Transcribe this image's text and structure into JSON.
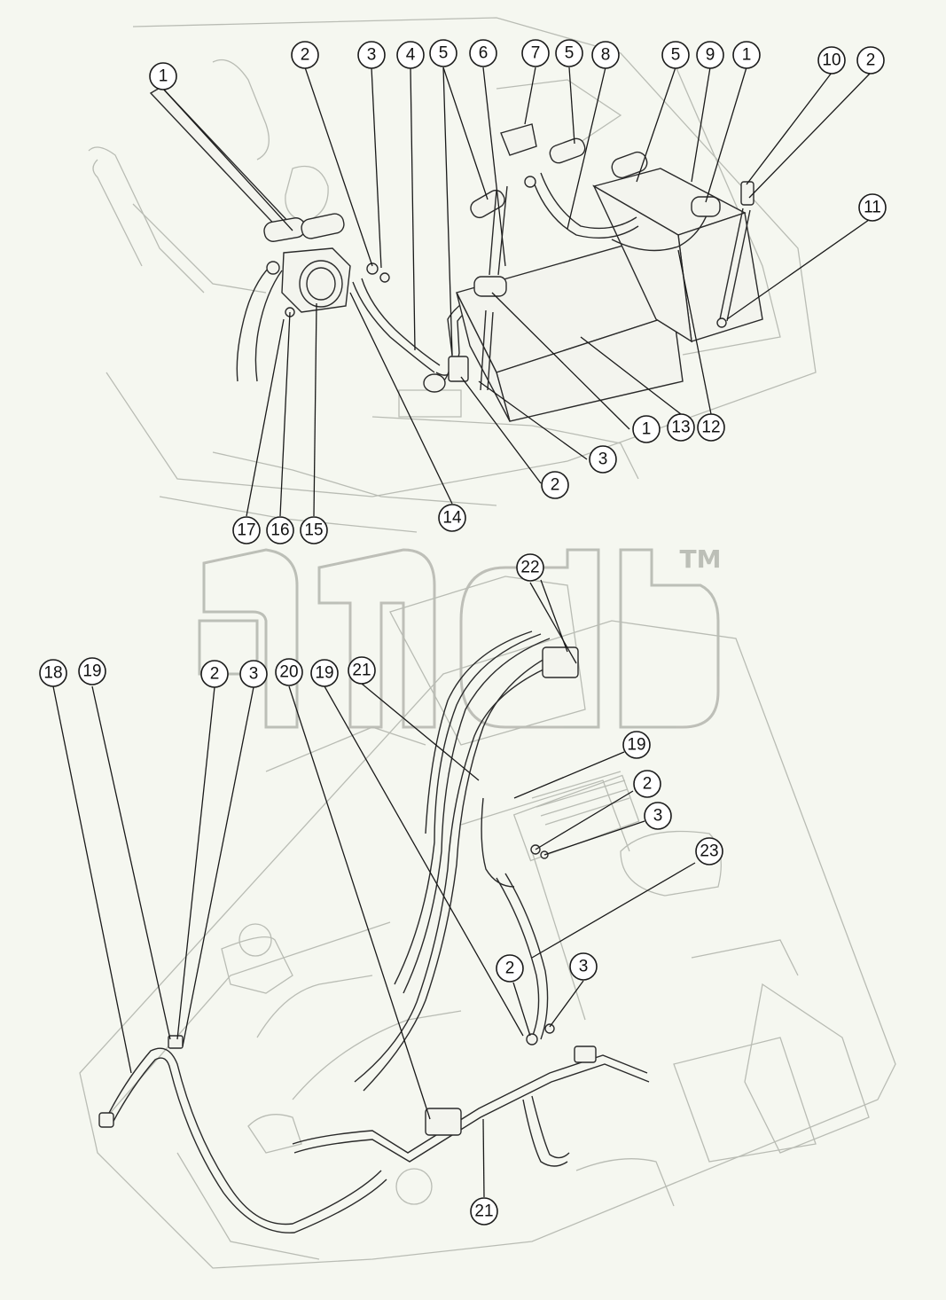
{
  "watermark": {
    "brand": "amdb",
    "trademark": "TM"
  },
  "callouts": [
    {
      "label": "1"
    },
    {
      "label": "2"
    },
    {
      "label": "3"
    },
    {
      "label": "4"
    },
    {
      "label": "5"
    },
    {
      "label": "6"
    },
    {
      "label": "7"
    },
    {
      "label": "5"
    },
    {
      "label": "8"
    },
    {
      "label": "5"
    },
    {
      "label": "9"
    },
    {
      "label": "1"
    },
    {
      "label": "10"
    },
    {
      "label": "2"
    },
    {
      "label": "11"
    },
    {
      "label": "1"
    },
    {
      "label": "13"
    },
    {
      "label": "12"
    },
    {
      "label": "3"
    },
    {
      "label": "2"
    },
    {
      "label": "14"
    },
    {
      "label": "17"
    },
    {
      "label": "16"
    },
    {
      "label": "15"
    },
    {
      "label": "22"
    },
    {
      "label": "18"
    },
    {
      "label": "19"
    },
    {
      "label": "2"
    },
    {
      "label": "3"
    },
    {
      "label": "20"
    },
    {
      "label": "19"
    },
    {
      "label": "21"
    },
    {
      "label": "19"
    },
    {
      "label": "2"
    },
    {
      "label": "3"
    },
    {
      "label": "23"
    },
    {
      "label": "2"
    },
    {
      "label": "3"
    },
    {
      "label": "21"
    }
  ]
}
